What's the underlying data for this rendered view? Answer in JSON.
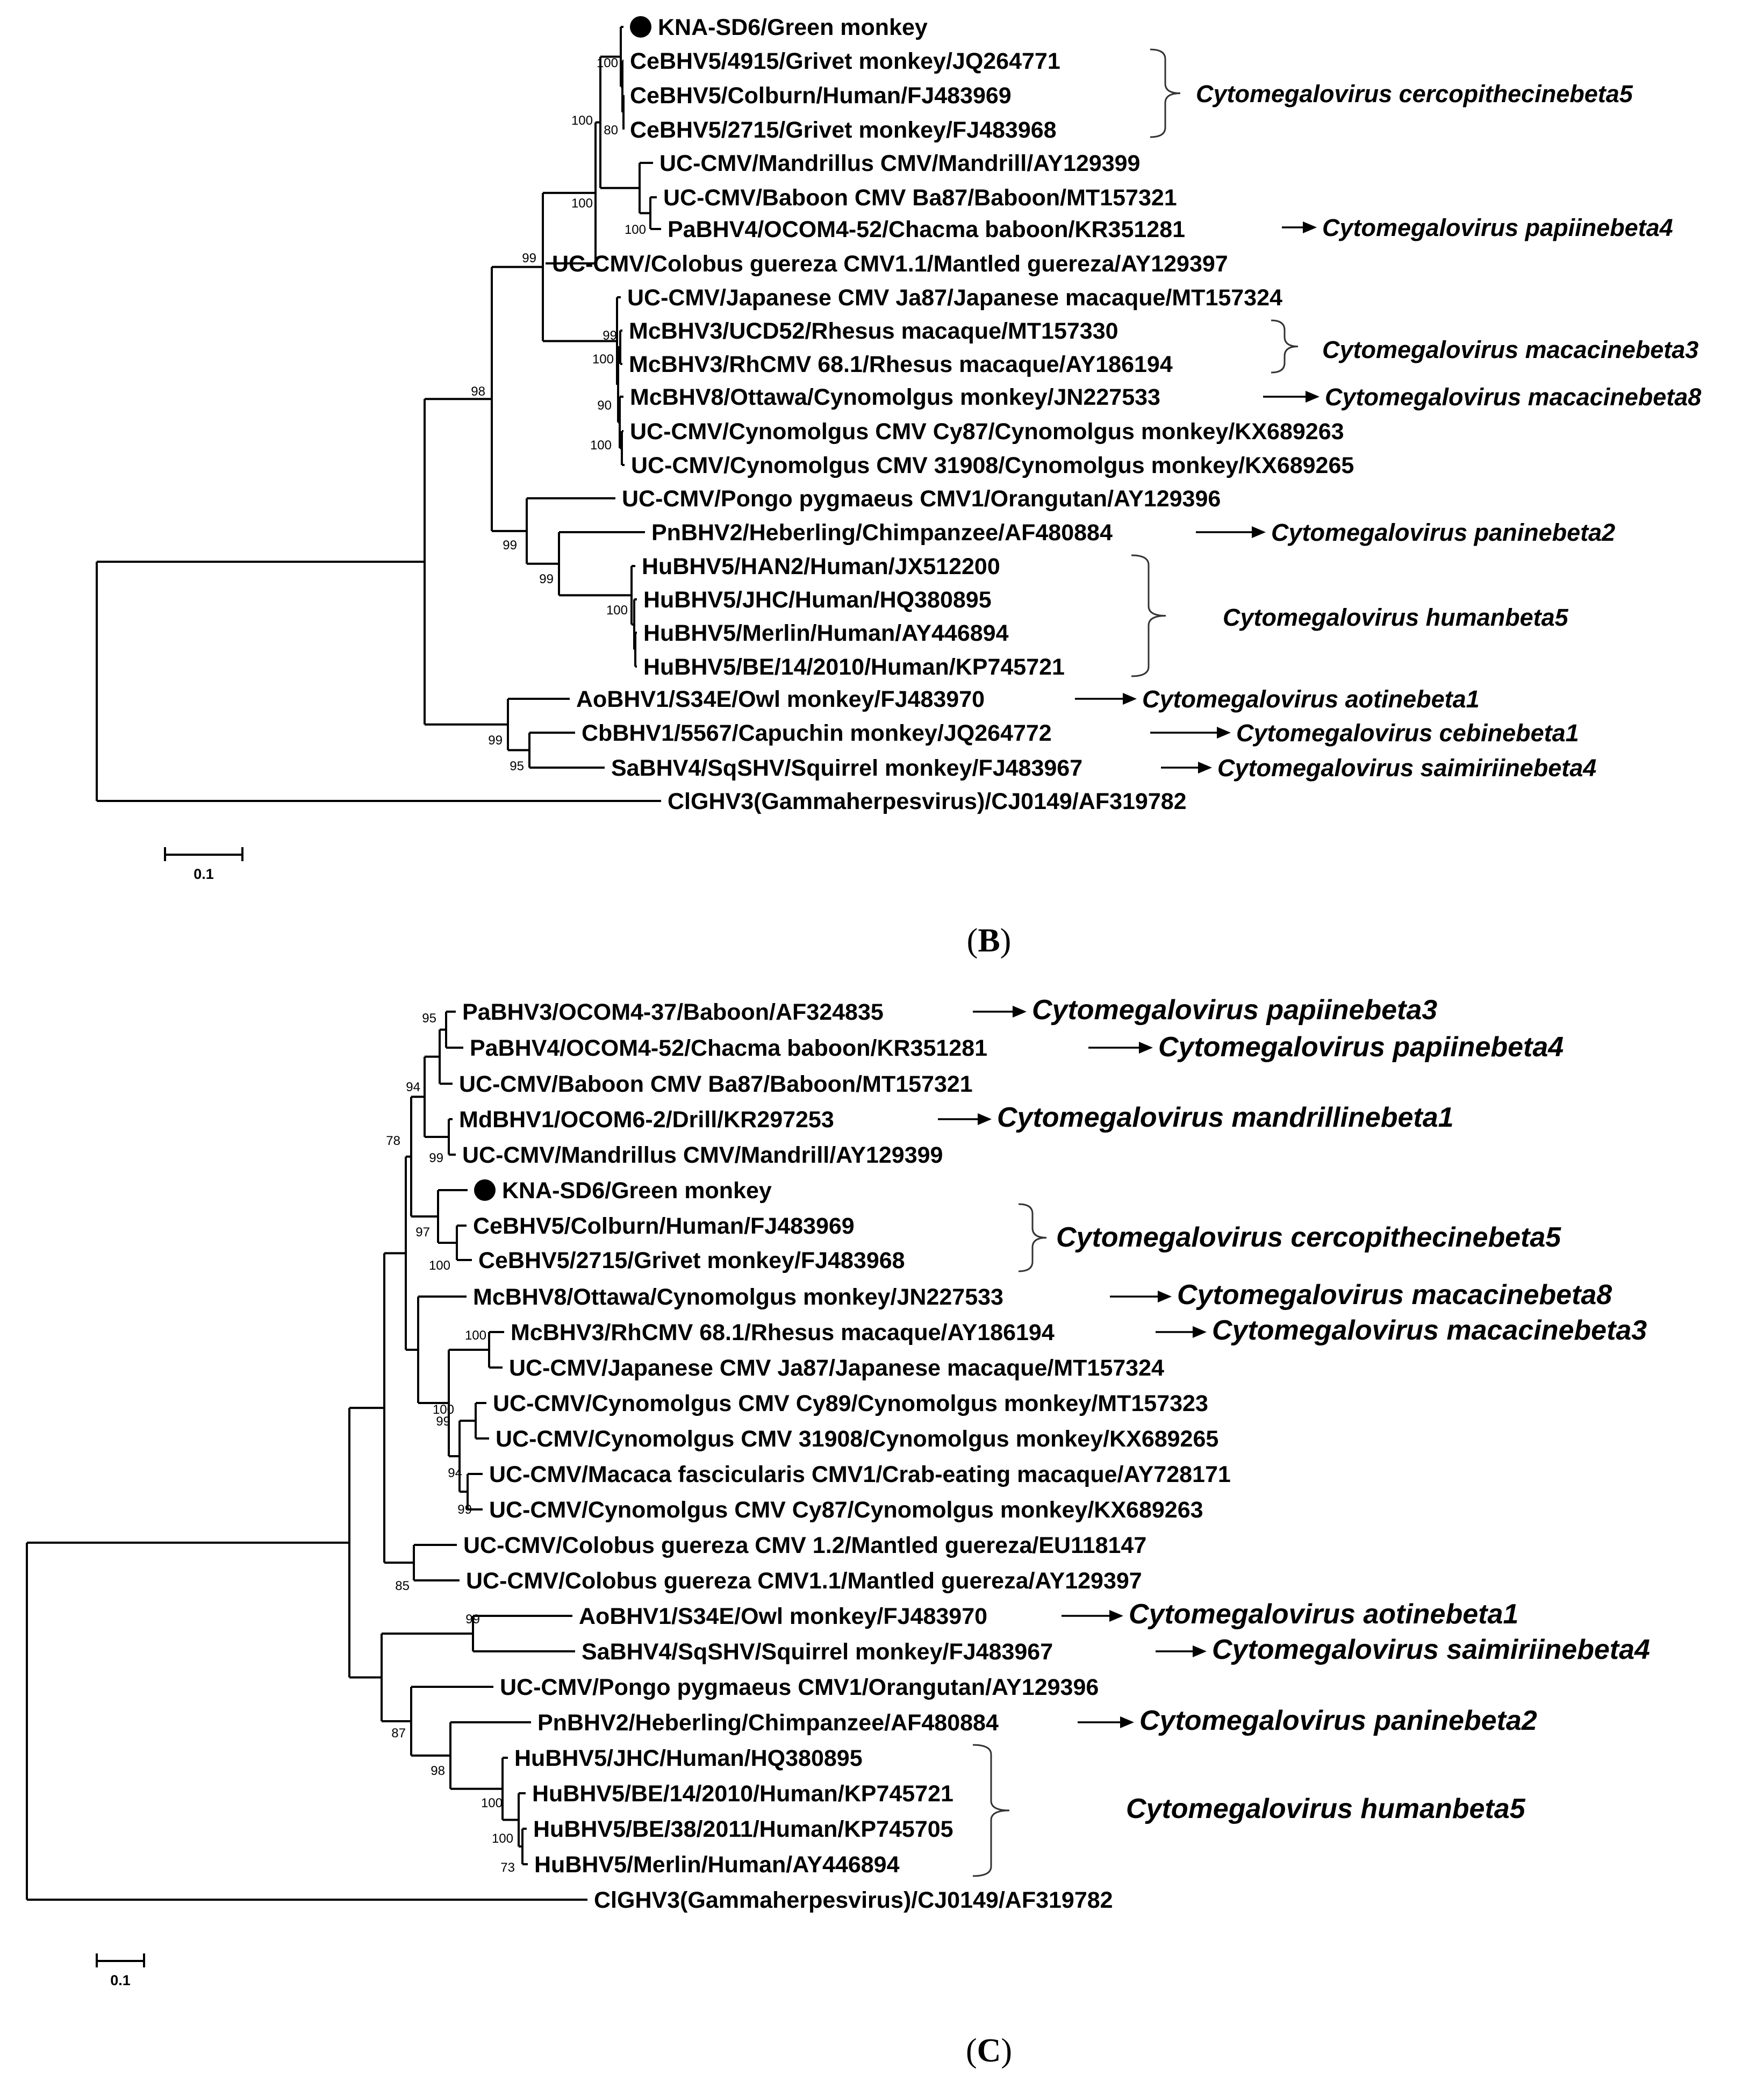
{
  "panels": {
    "B": {
      "label": "B",
      "scale_label": "0.1",
      "leaves": [
        {
          "id": "KNA",
          "text": "KNA-SD6/Green monkey",
          "dot": true
        },
        {
          "id": "Ce4915",
          "text": "CeBHV5/4915/Grivet monkey/JQ264771"
        },
        {
          "id": "CeColb",
          "text": "CeBHV5/Colburn/Human/FJ483969"
        },
        {
          "id": "Ce2715",
          "text": "CeBHV5/2715/Grivet monkey/FJ483968"
        },
        {
          "id": "Mand",
          "text": "UC-CMV/Mandrillus CMV/Mandrill/AY129399"
        },
        {
          "id": "Ba87",
          "text": "UC-CMV/Baboon CMV Ba87/Baboon/MT157321"
        },
        {
          "id": "Pa4",
          "text": "PaBHV4/OCOM4-52/Chacma baboon/KR351281"
        },
        {
          "id": "Col11",
          "text": "UC-CMV/Colobus guereza CMV1.1/Mantled guereza/AY129397"
        },
        {
          "id": "Ja87",
          "text": "UC-CMV/Japanese CMV Ja87/Japanese macaque/MT157324"
        },
        {
          "id": "UCD52",
          "text": "McBHV3/UCD52/Rhesus macaque/MT157330"
        },
        {
          "id": "Rh68",
          "text": "McBHV3/RhCMV 68.1/Rhesus macaque/AY186194"
        },
        {
          "id": "Ott",
          "text": "McBHV8/Ottawa/Cynomolgus monkey/JN227533"
        },
        {
          "id": "Cy87",
          "text": "UC-CMV/Cynomolgus CMV Cy87/Cynomolgus monkey/KX689263"
        },
        {
          "id": "C31908",
          "text": "UC-CMV/Cynomolgus CMV 31908/Cynomolgus monkey/KX689265"
        },
        {
          "id": "Pongo",
          "text": "UC-CMV/Pongo pygmaeus CMV1/Orangutan/AY129396"
        },
        {
          "id": "Pn2",
          "text": "PnBHV2/Heberling/Chimpanzee/AF480884"
        },
        {
          "id": "HAN2",
          "text": "HuBHV5/HAN2/Human/JX512200"
        },
        {
          "id": "JHC",
          "text": "HuBHV5/JHC/Human/HQ380895"
        },
        {
          "id": "Merlin",
          "text": "HuBHV5/Merlin/Human/AY446894"
        },
        {
          "id": "BE14",
          "text": "HuBHV5/BE/14/2010/Human/KP745721"
        },
        {
          "id": "Ao1",
          "text": "AoBHV1/S34E/Owl monkey/FJ483970"
        },
        {
          "id": "Cb1",
          "text": "CbBHV1/5567/Capuchin monkey/JQ264772"
        },
        {
          "id": "Sa4",
          "text": "SaBHV4/SqSHV/Squirrel monkey/FJ483967"
        },
        {
          "id": "Cl3",
          "text": "ClGHV3(Gammaherpesvirus)/CJ0149/AF319782"
        }
      ],
      "bootstraps": [
        "100",
        "100",
        "80",
        "100",
        "100",
        "99",
        "98",
        "99",
        "100",
        "90",
        "100",
        "99",
        "99",
        "100",
        "99",
        "95"
      ],
      "species": [
        {
          "text": "Cytomegalovirus cercopithecinebeta5",
          "kind": "brace"
        },
        {
          "text": "Cytomegalovirus papiinebeta4",
          "kind": "arrow"
        },
        {
          "text": "Cytomegalovirus macacinebeta3",
          "kind": "brace"
        },
        {
          "text": "Cytomegalovirus macacinebeta8",
          "kind": "arrow"
        },
        {
          "text": "Cytomegalovirus paninebeta2",
          "kind": "arrow"
        },
        {
          "text": "Cytomegalovirus humanbeta5",
          "kind": "brace"
        },
        {
          "text": "Cytomegalovirus aotinebeta1",
          "kind": "arrow"
        },
        {
          "text": "Cytomegalovirus cebinebeta1",
          "kind": "arrow"
        },
        {
          "text": "Cytomegalovirus saimiriinebeta4",
          "kind": "arrow"
        }
      ]
    },
    "C": {
      "label": "C",
      "scale_label": "0.1",
      "leaves": [
        {
          "id": "Pa3",
          "text": "PaBHV3/OCOM4-37/Baboon/AF324835"
        },
        {
          "id": "Pa4",
          "text": "PaBHV4/OCOM4-52/Chacma baboon/KR351281"
        },
        {
          "id": "Ba87",
          "text": "UC-CMV/Baboon CMV Ba87/Baboon/MT157321"
        },
        {
          "id": "Md1",
          "text": "MdBHV1/OCOM6-2/Drill/KR297253"
        },
        {
          "id": "Mand",
          "text": "UC-CMV/Mandrillus CMV/Mandrill/AY129399"
        },
        {
          "id": "KNA",
          "text": "KNA-SD6/Green monkey",
          "dot": true
        },
        {
          "id": "CeColb",
          "text": "CeBHV5/Colburn/Human/FJ483969"
        },
        {
          "id": "Ce2715",
          "text": "CeBHV5/2715/Grivet monkey/FJ483968"
        },
        {
          "id": "Ott",
          "text": "McBHV8/Ottawa/Cynomolgus monkey/JN227533"
        },
        {
          "id": "Rh68",
          "text": "McBHV3/RhCMV 68.1/Rhesus macaque/AY186194"
        },
        {
          "id": "Ja87",
          "text": "UC-CMV/Japanese CMV Ja87/Japanese macaque/MT157324"
        },
        {
          "id": "Cy89",
          "text": "UC-CMV/Cynomolgus CMV Cy89/Cynomolgus monkey/MT157323"
        },
        {
          "id": "C31908",
          "text": "UC-CMV/Cynomolgus CMV 31908/Cynomolgus monkey/KX689265"
        },
        {
          "id": "Mfas",
          "text": "UC-CMV/Macaca fascicularis CMV1/Crab-eating macaque/AY728171"
        },
        {
          "id": "Cy87",
          "text": "UC-CMV/Cynomolgus CMV Cy87/Cynomolgus monkey/KX689263"
        },
        {
          "id": "Col12",
          "text": "UC-CMV/Colobus guereza CMV 1.2/Mantled guereza/EU118147"
        },
        {
          "id": "Col11",
          "text": "UC-CMV/Colobus guereza CMV1.1/Mantled guereza/AY129397"
        },
        {
          "id": "Ao1",
          "text": "AoBHV1/S34E/Owl monkey/FJ483970"
        },
        {
          "id": "Sa4",
          "text": "SaBHV4/SqSHV/Squirrel monkey/FJ483967"
        },
        {
          "id": "Pongo",
          "text": "UC-CMV/Pongo pygmaeus CMV1/Orangutan/AY129396"
        },
        {
          "id": "Pn2",
          "text": "PnBHV2/Heberling/Chimpanzee/AF480884"
        },
        {
          "id": "JHC",
          "text": "HuBHV5/JHC/Human/HQ380895"
        },
        {
          "id": "BE14",
          "text": "HuBHV5/BE/14/2010/Human/KP745721"
        },
        {
          "id": "BE38",
          "text": "HuBHV5/BE/38/2011/Human/KP745705"
        },
        {
          "id": "Merlin",
          "text": "HuBHV5/Merlin/Human/AY446894"
        },
        {
          "id": "Cl3",
          "text": "ClGHV3(Gammaherpesvirus)/CJ0149/AF319782"
        }
      ],
      "bootstraps": [
        "95",
        "94",
        "99",
        "78",
        "97",
        "100",
        "100",
        "100",
        "99",
        "94",
        "99",
        "85",
        "99",
        "87",
        "98",
        "100",
        "100",
        "73"
      ],
      "species": [
        {
          "text": "Cytomegalovirus papiinebeta3",
          "kind": "arrow"
        },
        {
          "text": "Cytomegalovirus papiinebeta4",
          "kind": "arrow"
        },
        {
          "text": "Cytomegalovirus mandrillinebeta1",
          "kind": "arrow"
        },
        {
          "text": "Cytomegalovirus cercopithecinebeta5",
          "kind": "brace"
        },
        {
          "text": "Cytomegalovirus macacinebeta8",
          "kind": "arrow"
        },
        {
          "text": "Cytomegalovirus macacinebeta3",
          "kind": "arrow"
        },
        {
          "text": "Cytomegalovirus aotinebeta1",
          "kind": "arrow"
        },
        {
          "text": "Cytomegalovirus saimiriinebeta4",
          "kind": "arrow"
        },
        {
          "text": "Cytomegalovirus paninebeta2",
          "kind": "arrow"
        },
        {
          "text": "Cytomegalovirus humanbeta5",
          "kind": "brace"
        }
      ]
    }
  }
}
